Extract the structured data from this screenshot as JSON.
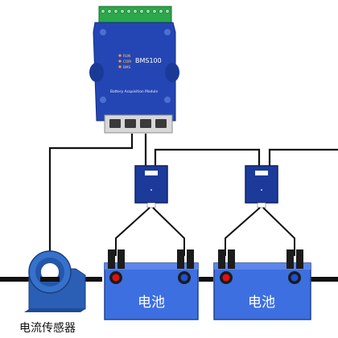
{
  "module": {
    "brand": "BMS100",
    "indicators": [
      "RUN",
      "COM",
      "BMS"
    ],
    "subtitle": "Battery Acquisition Module",
    "color": "#2446b4"
  },
  "batteries": [
    {
      "label": "电池"
    },
    {
      "label": "电池"
    }
  ],
  "sensor": {
    "label": "电流传感器",
    "color": "#2b5fb5"
  },
  "colors": {
    "wire": "#111111",
    "battery": "#3d6fe0",
    "battery_edge": "#23428f",
    "terminal_red": "#e01010",
    "collector": "#1c3a9a"
  }
}
